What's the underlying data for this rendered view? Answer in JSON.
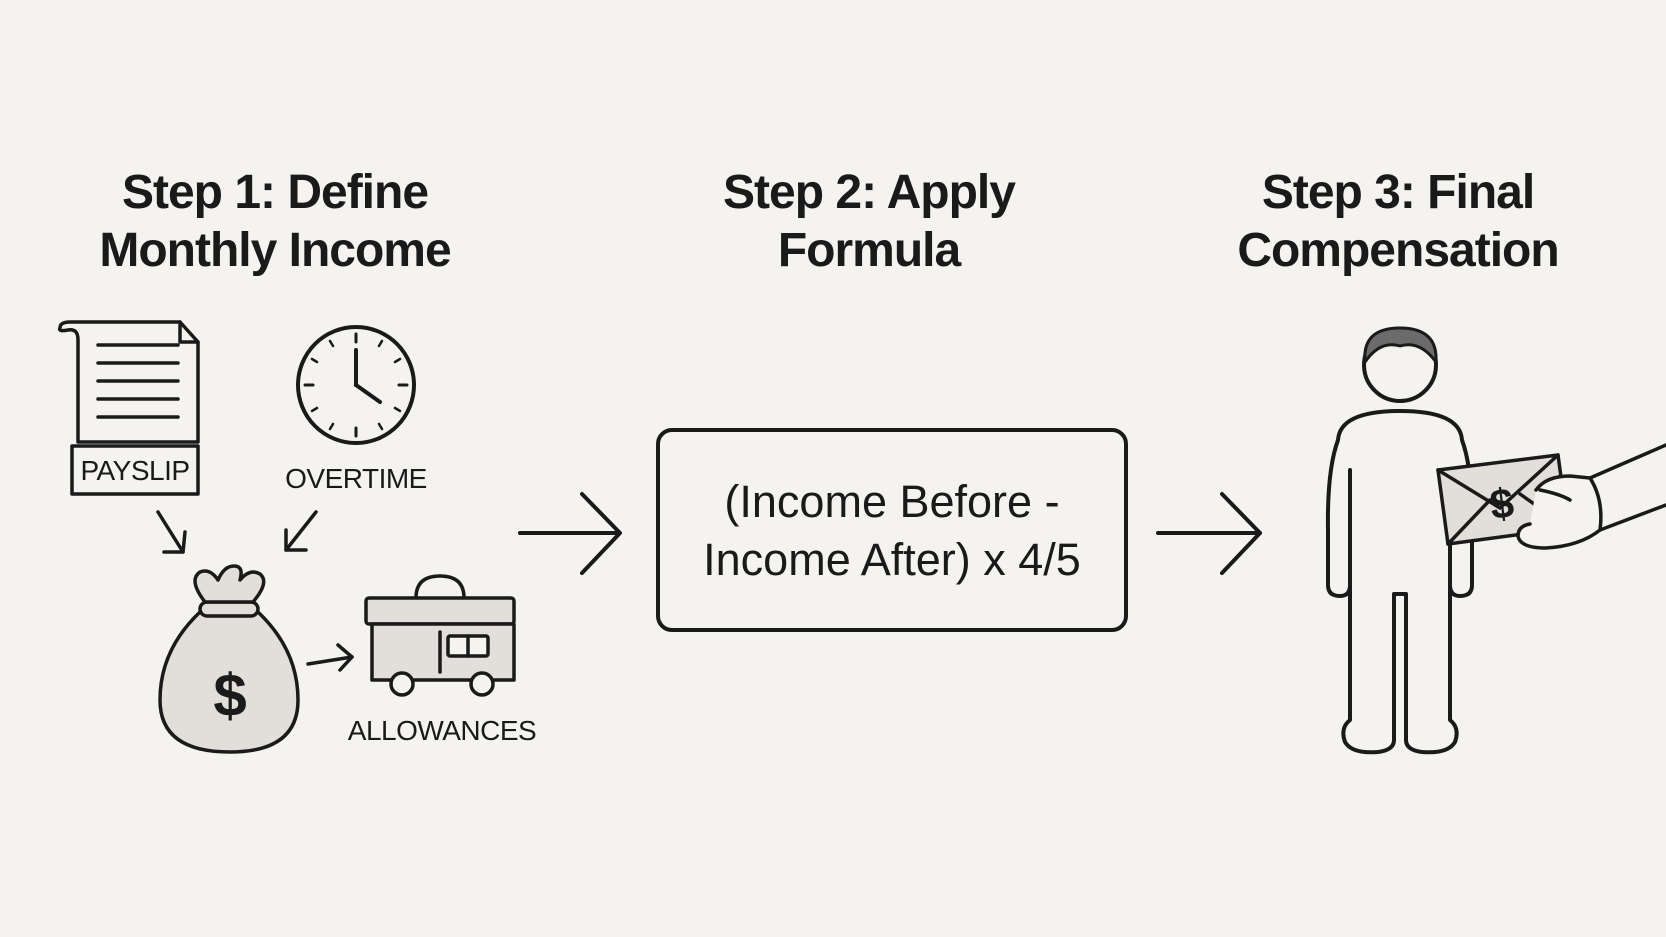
{
  "steps": [
    {
      "heading_line1": "Step 1: Define",
      "heading_line2": "Monthly Income",
      "labels": {
        "payslip": "PAYSLIP",
        "overtime": "OVERTIME",
        "allowances": "ALLOWANCES"
      },
      "icons": [
        "payslip-document-icon",
        "clock-icon",
        "money-bag-icon",
        "truck-icon"
      ]
    },
    {
      "heading_line1": "Step 2: Apply",
      "heading_line2": "Formula",
      "formula_line1": "(Income Before -",
      "formula_line2": "Income After) x 4/5"
    },
    {
      "heading_line1": "Step 3: Final",
      "heading_line2": "Compensation",
      "icons": [
        "person-icon",
        "envelope-icon",
        "hand-icon"
      ]
    }
  ],
  "currency_symbol": "$",
  "colors": {
    "background": "#f4f3f0",
    "ink": "#1a1a1a",
    "fill_light": "#e2dfda",
    "hair": "#6b6b6b"
  }
}
